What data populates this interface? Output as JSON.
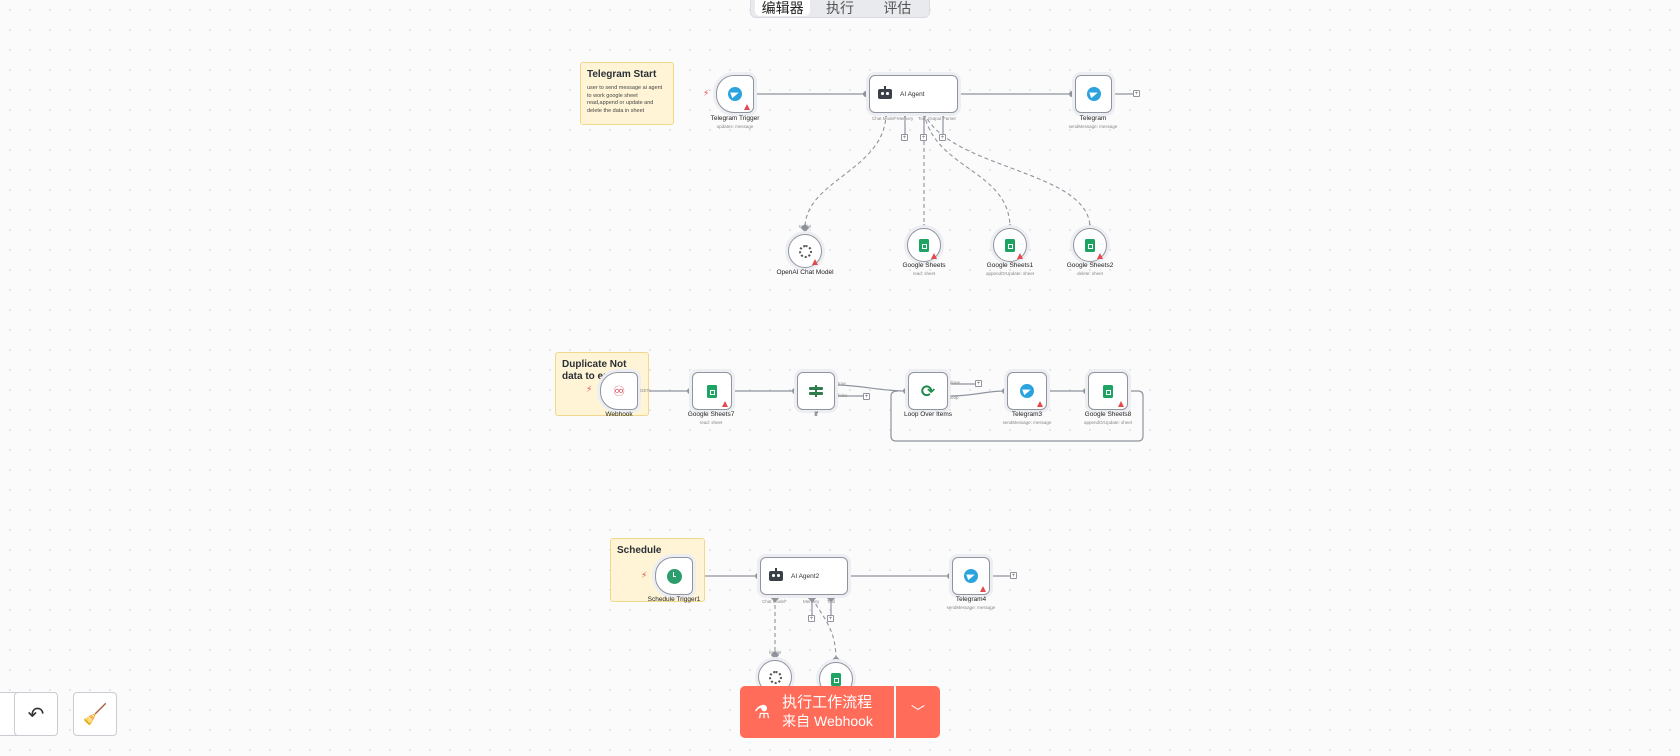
{
  "tabs": [
    "编辑器",
    "执行",
    "评估"
  ],
  "notes": {
    "telegram_start": {
      "title": "Telegram Start",
      "text": "user to send message ai agent to work google sheet read,append or update and delete the data in sheet"
    },
    "duplicate": {
      "title": "Duplicate Not data to enter."
    },
    "schedule": {
      "title": "Schedule"
    }
  },
  "nodes": {
    "telegram_trigger": {
      "name": "Telegram Trigger",
      "sub": "updates: message"
    },
    "ai_agent": {
      "name": "AI Agent",
      "ports": [
        "Chat Model*",
        "Memory",
        "Tool",
        "Output Parser"
      ]
    },
    "telegram": {
      "name": "Telegram",
      "sub": "sendMessage: message"
    },
    "openai": {
      "name": "OpenAI Chat Model",
      "port": "Model"
    },
    "gs": {
      "name": "Google Sheets",
      "sub": "read: sheet"
    },
    "gs1": {
      "name": "Google Sheets1",
      "sub": "appendOrUpdate: sheet"
    },
    "gs2": {
      "name": "Google Sheets2",
      "sub": "delete: sheet"
    },
    "webhook": {
      "name": "Webhook",
      "port": "GET"
    },
    "gs7": {
      "name": "Google Sheets7",
      "sub": "read: sheet"
    },
    "if": {
      "name": "If",
      "ports": [
        "true",
        "false"
      ]
    },
    "loop": {
      "name": "Loop Over Items",
      "ports": [
        "done",
        "loop"
      ]
    },
    "telegram3": {
      "name": "Telegram3",
      "sub": "sendMessage: message"
    },
    "gs8": {
      "name": "Google Sheets8",
      "sub": "appendOrUpdate: sheet"
    },
    "schedule_trigger": {
      "name": "Schedule Trigger1"
    },
    "ai_agent2": {
      "name": "AI Agent2",
      "ports": [
        "Chat Model*",
        "Memory",
        "Tool"
      ]
    },
    "telegram4": {
      "name": "Telegram4",
      "sub": "sendMessage: message"
    },
    "openai2": {
      "port": "Model"
    }
  },
  "run_button": {
    "line1": "执行工作流程",
    "line2": "来自 Webhook"
  },
  "icons": {
    "undo": "undo-icon",
    "clear": "broom-icon",
    "run": "flask-icon",
    "dropdown": "chevron-down-icon"
  },
  "colors": {
    "accent": "#ff6d5a",
    "warning": "#e5484d",
    "sticky": "#fff5d6"
  }
}
